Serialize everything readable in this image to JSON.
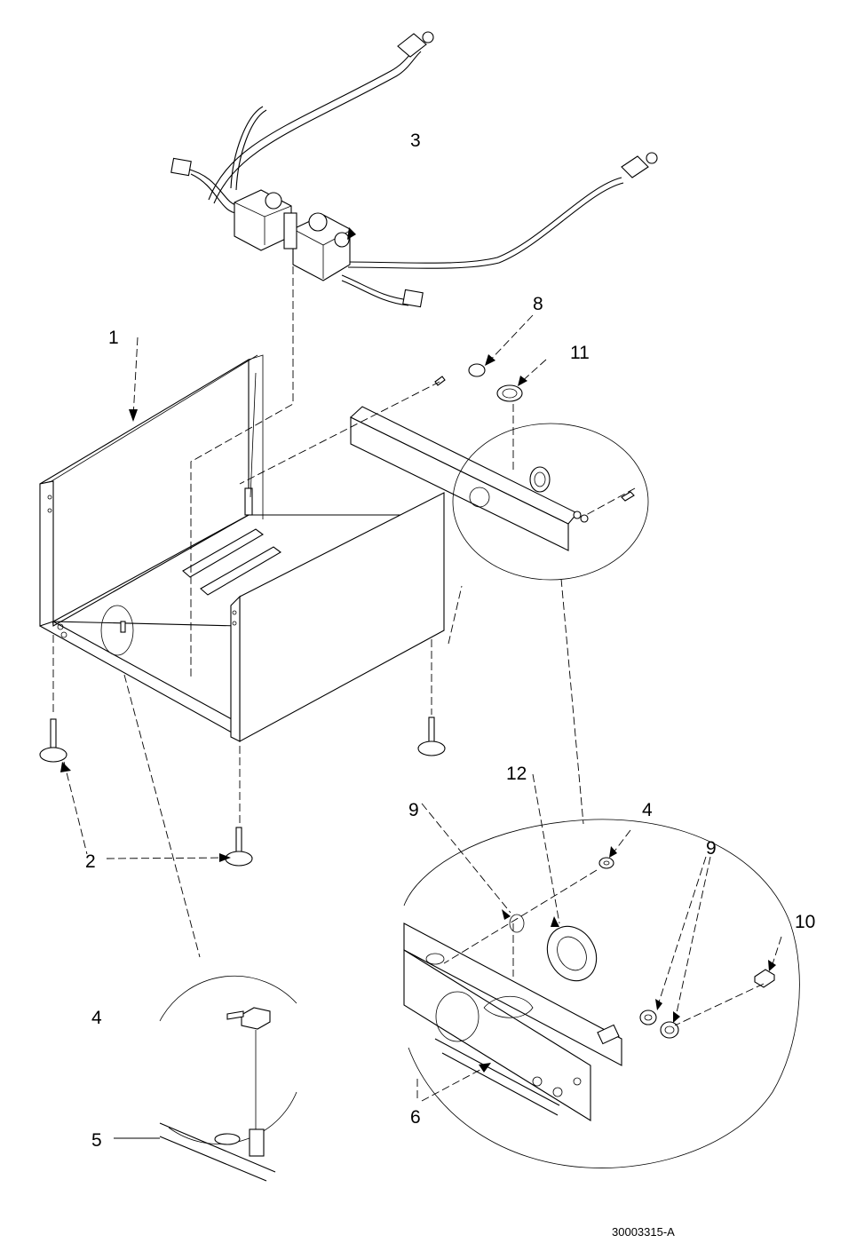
{
  "callouts": {
    "c1": "1",
    "c2": "2",
    "c3": "3",
    "c4_top": "4",
    "c4_detail": "4",
    "c5": "5",
    "c6": "6",
    "c8": "8",
    "c9_left": "9",
    "c9_right": "9",
    "c10": "10",
    "c11": "11",
    "c12": "12"
  },
  "document_number": "30003315-A"
}
